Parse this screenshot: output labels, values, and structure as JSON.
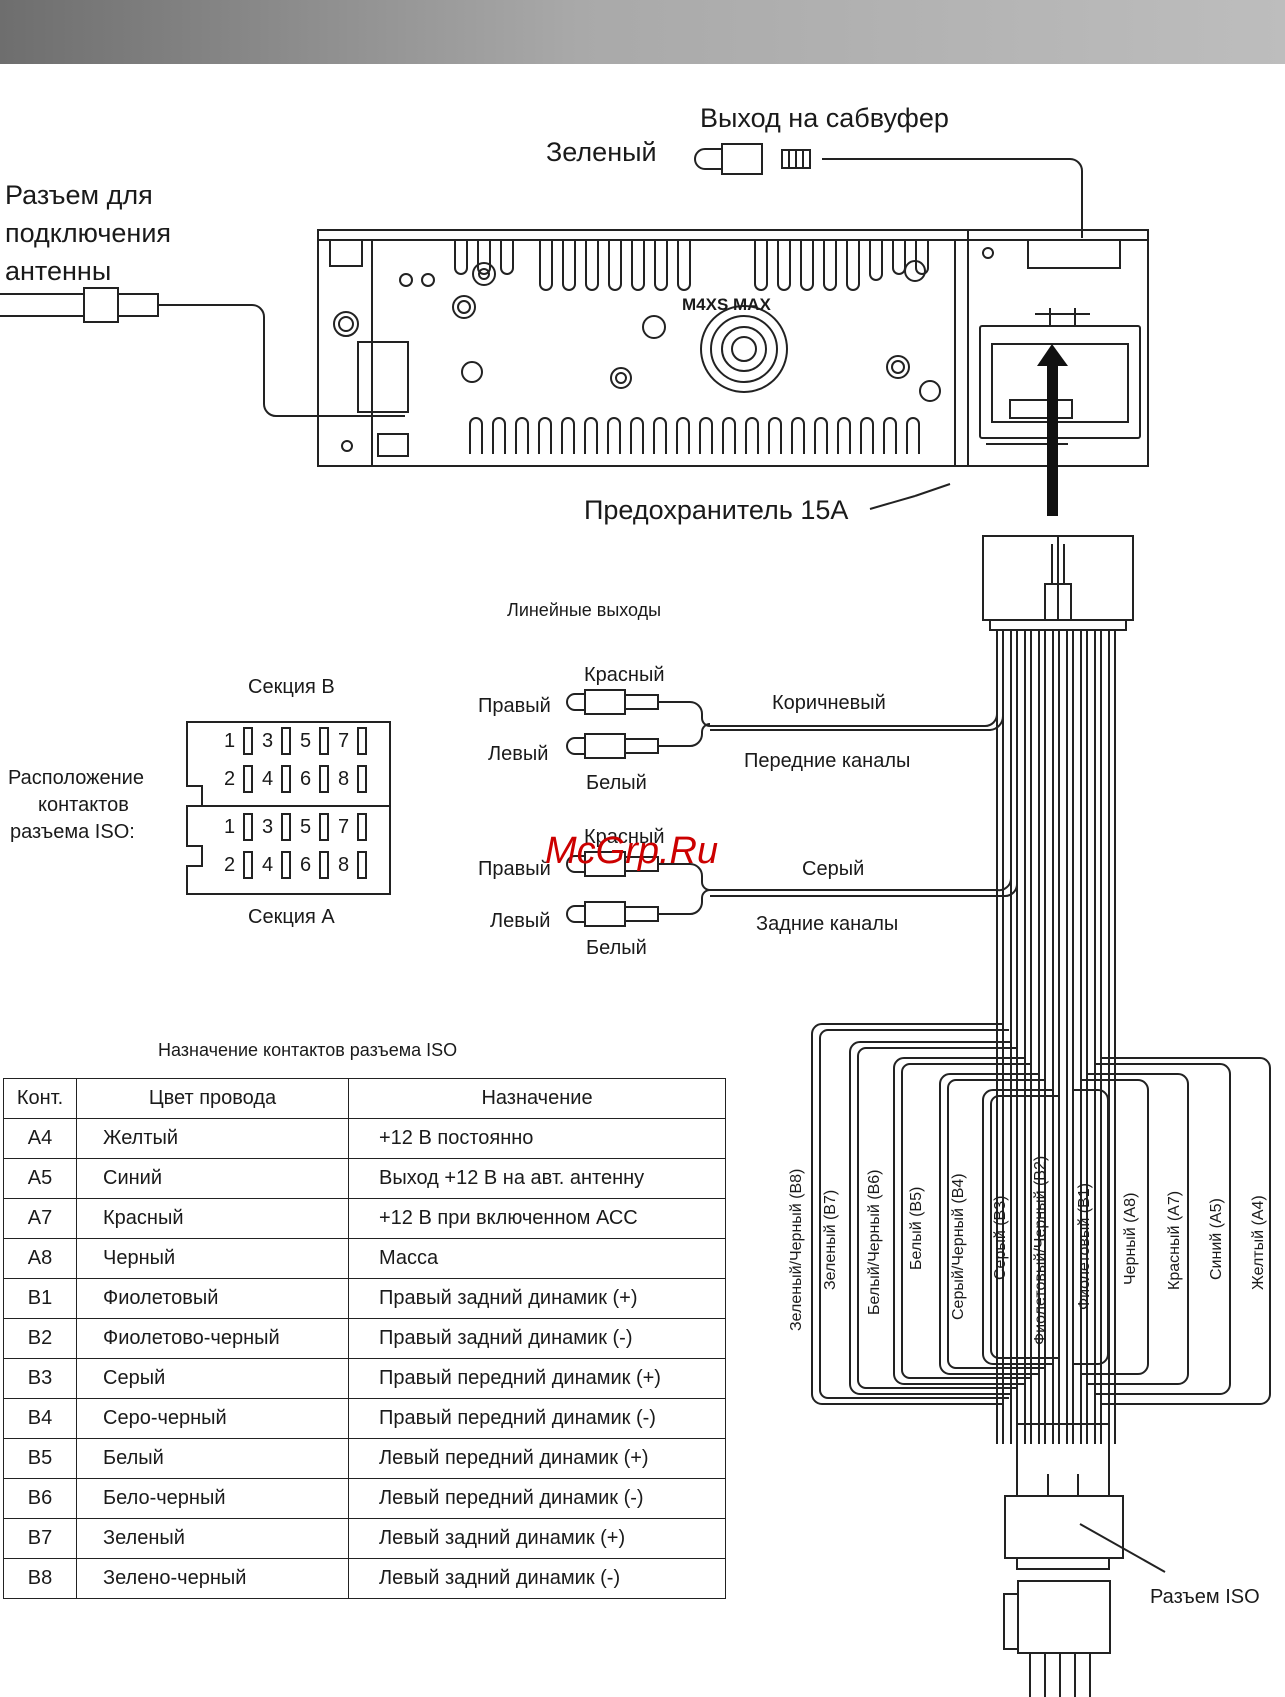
{
  "labels": {
    "subwoofer_out": "Выход на сабвуфер",
    "green": "Зеленый",
    "antenna": [
      "Разъем для",
      "подключения",
      "антенны"
    ],
    "model": "M4XS  MAX",
    "fuse": "Предохранитель 15А",
    "line_outputs": "Линейные выходы",
    "section_b": "Секция В",
    "section_a": "Секция А",
    "iso_pinout": [
      "Расположение",
      "контактов",
      "разъема ISO:"
    ],
    "front": {
      "right": "Правый",
      "left": "Левый",
      "red": "Красный",
      "white": "Белый",
      "wire": "Коричневый",
      "channels": "Передние каналы"
    },
    "rear": {
      "right": "Правый",
      "left": "Левый",
      "red": "Красный",
      "white": "Белый",
      "wire": "Серый",
      "channels": "Задние каналы"
    },
    "iso_connector": "Разъем ISO",
    "watermark": "McGrp.Ru"
  },
  "pins": {
    "top_row": [
      "1",
      "3",
      "5",
      "7"
    ],
    "bottom_row": [
      "2",
      "4",
      "6",
      "8"
    ]
  },
  "wires_vertical": [
    "Зеленый/Черный (В8)",
    "Зеленый (В7)",
    "Белый/Черный (В6)",
    "Белый (В5)",
    "Серый/Черный (В4)",
    "Серый (В3)",
    "Фиолетовый/Черный (В2)",
    "Фиолетовый (В1)",
    "Черный (А8)",
    "Красный (А7)",
    "Синий (А5)",
    "Желтый (А4)"
  ],
  "table": {
    "title": "Назначение контактов разъема ISO",
    "headers": [
      "Конт.",
      "Цвет провода",
      "Назначение"
    ],
    "rows": [
      [
        "A4",
        "Желтый",
        "+12 В постоянно"
      ],
      [
        "A5",
        "Синий",
        "Выход +12 В на авт. антенну"
      ],
      [
        "A7",
        "Красный",
        "+12 В при включенном АСС"
      ],
      [
        "A8",
        "Черный",
        "Масса"
      ],
      [
        "B1",
        "Фиолетовый",
        "Правый задний динамик (+)"
      ],
      [
        "B2",
        "Фиолетово-черный",
        "Правый задний динамик (-)"
      ],
      [
        "B3",
        "Серый",
        "Правый передний динамик (+)"
      ],
      [
        "B4",
        "Серо-черный",
        "Правый передний динамик (-)"
      ],
      [
        "B5",
        "Белый",
        "Левый передний динамик (+)"
      ],
      [
        "B6",
        "Бело-черный",
        "Левый передний динамик (-)"
      ],
      [
        "B7",
        "Зеленый",
        "Левый задний динамик (+)"
      ],
      [
        "B8",
        "Зелено-черный",
        "Левый задний динамик (-)"
      ]
    ]
  }
}
